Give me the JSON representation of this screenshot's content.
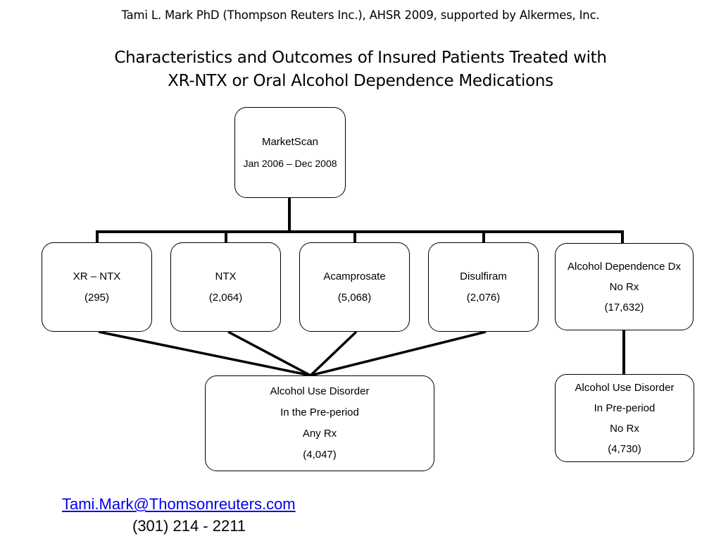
{
  "header": {
    "attribution": "Tami L. Mark PhD (Thompson Reuters Inc.), AHSR 2009, supported by Alkermes, Inc.",
    "title_line1": "Characteristics and Outcomes of Insured Patients Treated with",
    "title_line2": "XR-NTX or Oral Alcohol Dependence Medications"
  },
  "diagram": {
    "root": {
      "lines": [
        "MarketScan",
        "Jan 2006 – Dec 2008"
      ]
    },
    "medication_groups": [
      {
        "lines": [
          "XR – NTX",
          "(295)"
        ]
      },
      {
        "lines": [
          "NTX",
          "(2,064)"
        ]
      },
      {
        "lines": [
          "Acamprosate",
          "(5,068)"
        ]
      },
      {
        "lines": [
          "Disulfiram",
          "(2,076)"
        ]
      }
    ],
    "no_rx_group": {
      "lines": [
        "Alcohol Dependence Dx",
        "No Rx",
        "(17,632)"
      ]
    },
    "aud_any_rx": {
      "lines": [
        "Alcohol Use Disorder",
        "In the Pre-period",
        "Any Rx",
        "(4,047)"
      ]
    },
    "aud_no_rx": {
      "lines": [
        "Alcohol Use Disorder",
        "In Pre-period",
        "No Rx",
        "(4,730)"
      ]
    }
  },
  "contact": {
    "email": "Tami.Mark@Thomsonreuters.com",
    "phone": "(301) 214 - 2211"
  }
}
